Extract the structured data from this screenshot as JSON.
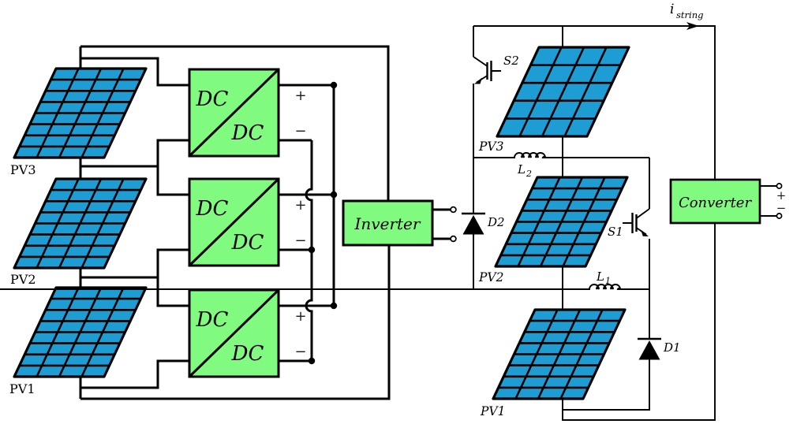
{
  "left_circuit": {
    "panel_labels": [
      "PV3",
      "PV2",
      "PV1"
    ],
    "dcdc_label_top": "DC",
    "dcdc_label_bottom": "DC",
    "inverter_label": "Inverter",
    "plus_sign": "+",
    "minus_sign": "−"
  },
  "right_circuit": {
    "panel_labels": [
      "PV3",
      "PV2",
      "PV1"
    ],
    "converter_label": "Converter",
    "switch_labels": [
      "S2",
      "S1"
    ],
    "diode_labels": [
      "D2",
      "D1"
    ],
    "inductor_labels": [
      {
        "base": "L",
        "sub": "2"
      },
      {
        "base": "L",
        "sub": "1"
      }
    ],
    "string_current_label": {
      "base": "i",
      "sub": "string"
    },
    "terminal_plus": "+",
    "terminal_minus": "−"
  },
  "colors": {
    "panel_fill": "#1E9CD4",
    "box_fill": "#80FB80",
    "wire": "#000000"
  }
}
